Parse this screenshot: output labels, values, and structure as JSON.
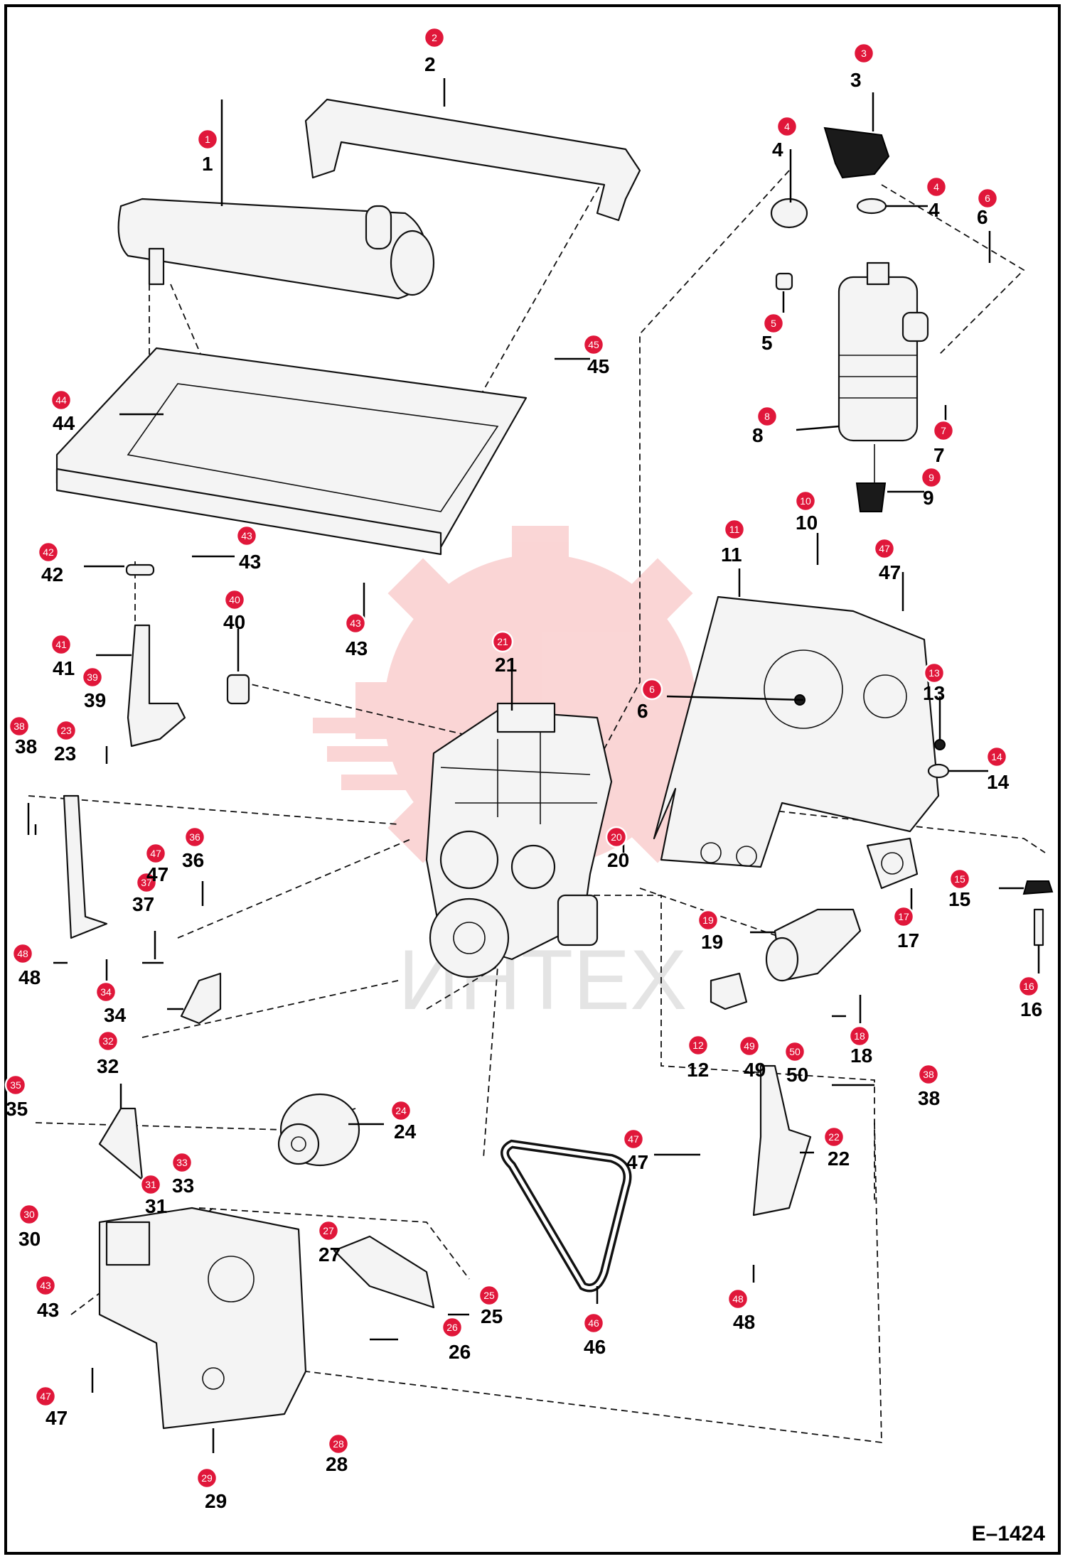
{
  "diagram": {
    "reference": "E–1424",
    "watermark_text": "ИНТЕХ",
    "colors": {
      "badge": "#e0173a",
      "watermark": "#f28a8a",
      "line": "#111111"
    },
    "callouts": [
      {
        "id": "c1",
        "badge": "1",
        "label": "1"
      },
      {
        "id": "c2",
        "badge": "2",
        "label": "2"
      },
      {
        "id": "c3",
        "badge": "3",
        "label": "3"
      },
      {
        "id": "c4a",
        "badge": "4",
        "label": "4"
      },
      {
        "id": "c4b",
        "badge": "4",
        "label": "4"
      },
      {
        "id": "c5",
        "badge": "5",
        "label": "5"
      },
      {
        "id": "c6a",
        "badge": "6",
        "label": "6"
      },
      {
        "id": "c6b",
        "badge": "6",
        "label": "6"
      },
      {
        "id": "c7",
        "badge": "7",
        "label": "7"
      },
      {
        "id": "c8",
        "badge": "8",
        "label": "8"
      },
      {
        "id": "c9",
        "badge": "9",
        "label": "9"
      },
      {
        "id": "c10",
        "badge": "10",
        "label": "10"
      },
      {
        "id": "c11",
        "badge": "11",
        "label": "11"
      },
      {
        "id": "c12",
        "badge": "12",
        "label": "12"
      },
      {
        "id": "c13",
        "badge": "13",
        "label": "13"
      },
      {
        "id": "c14",
        "badge": "14",
        "label": "14"
      },
      {
        "id": "c15",
        "badge": "15",
        "label": "15"
      },
      {
        "id": "c16",
        "badge": "16",
        "label": "16"
      },
      {
        "id": "c17",
        "badge": "17",
        "label": "17"
      },
      {
        "id": "c18",
        "badge": "18",
        "label": "18"
      },
      {
        "id": "c19",
        "badge": "19",
        "label": "19"
      },
      {
        "id": "c20",
        "badge": "20",
        "label": "20"
      },
      {
        "id": "c21",
        "badge": "21",
        "label": "21"
      },
      {
        "id": "c22",
        "badge": "22",
        "label": "22"
      },
      {
        "id": "c23",
        "badge": "23",
        "label": "23"
      },
      {
        "id": "c24",
        "badge": "24",
        "label": "24"
      },
      {
        "id": "c25",
        "badge": "25",
        "label": "25"
      },
      {
        "id": "c26",
        "badge": "26",
        "label": "26"
      },
      {
        "id": "c27",
        "badge": "27",
        "label": "27"
      },
      {
        "id": "c28",
        "badge": "28",
        "label": "28"
      },
      {
        "id": "c29",
        "badge": "29",
        "label": "29"
      },
      {
        "id": "c30",
        "badge": "30",
        "label": "30"
      },
      {
        "id": "c31",
        "badge": "31",
        "label": "31"
      },
      {
        "id": "c32",
        "badge": "32",
        "label": "32"
      },
      {
        "id": "c33",
        "badge": "33",
        "label": "33"
      },
      {
        "id": "c34",
        "badge": "34",
        "label": "34"
      },
      {
        "id": "c35",
        "badge": "35",
        "label": "35"
      },
      {
        "id": "c36",
        "badge": "36",
        "label": "36"
      },
      {
        "id": "c37",
        "badge": "37",
        "label": "37"
      },
      {
        "id": "c38a",
        "badge": "38",
        "label": "38"
      },
      {
        "id": "c38b",
        "badge": "38",
        "label": "38"
      },
      {
        "id": "c39",
        "badge": "39",
        "label": "39"
      },
      {
        "id": "c40",
        "badge": "40",
        "label": "40"
      },
      {
        "id": "c41",
        "badge": "41",
        "label": "41"
      },
      {
        "id": "c42",
        "badge": "42",
        "label": "42"
      },
      {
        "id": "c43a",
        "badge": "43",
        "label": "43"
      },
      {
        "id": "c43b",
        "badge": "43",
        "label": "43"
      },
      {
        "id": "c43c",
        "badge": "43",
        "label": "43"
      },
      {
        "id": "c44",
        "badge": "44",
        "label": "44"
      },
      {
        "id": "c45",
        "badge": "45",
        "label": "45"
      },
      {
        "id": "c46",
        "badge": "46",
        "label": "46"
      },
      {
        "id": "c47a",
        "badge": "47",
        "label": "47"
      },
      {
        "id": "c47b",
        "badge": "47",
        "label": "47"
      },
      {
        "id": "c47c",
        "badge": "47",
        "label": "47"
      },
      {
        "id": "c47d",
        "badge": "47",
        "label": "47"
      },
      {
        "id": "c48a",
        "badge": "48",
        "label": "48"
      },
      {
        "id": "c48b",
        "badge": "48",
        "label": "48"
      },
      {
        "id": "c49",
        "badge": "49",
        "label": "49"
      },
      {
        "id": "c50",
        "badge": "50",
        "label": "50"
      }
    ]
  }
}
